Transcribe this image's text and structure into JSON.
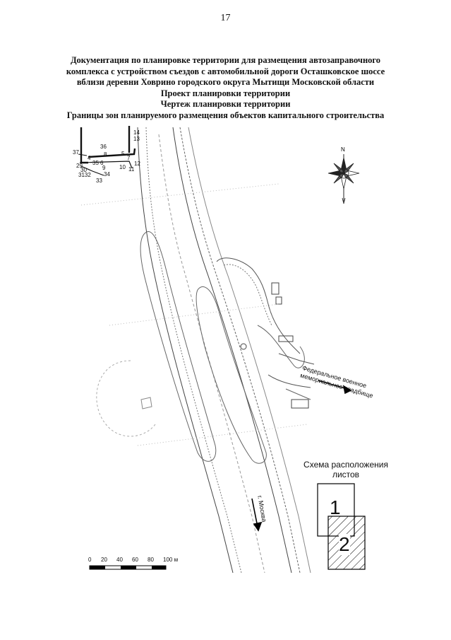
{
  "page_number": "17",
  "title_lines": [
    "Документация по планировке территории для размещения автозаправочного",
    "комплекса с устройством съездов с автомобильной дороги Осташковское шоссе",
    "вблизи деревни Ховрино городского округа Мытищи Московской области",
    "Проект планировки территории",
    "Чертеж планировки территории",
    "Границы зон планируемого размещения объектов капитального строительства"
  ],
  "map": {
    "direction_labels": {
      "federal_cemetery_line1": "Федеральное военное",
      "federal_cemetery_line2": "мемориальное кладбище",
      "moscow": "г. Москва"
    },
    "point_numbers": [
      "14",
      "13",
      "36",
      "37",
      "8",
      "5",
      "7",
      "4",
      "35",
      "6",
      "12",
      "29",
      "10",
      "11",
      "30",
      "9",
      "3132",
      "34",
      "33"
    ],
    "compass": {
      "north": "N",
      "icon": "compass-rose-icon"
    }
  },
  "sheet_scheme": {
    "title_line1": "Схема расположения",
    "title_line2": "листов",
    "sheets": [
      "1",
      "2"
    ]
  },
  "scale": {
    "ticks": [
      "0",
      "20",
      "40",
      "60",
      "80",
      "100 м"
    ]
  }
}
